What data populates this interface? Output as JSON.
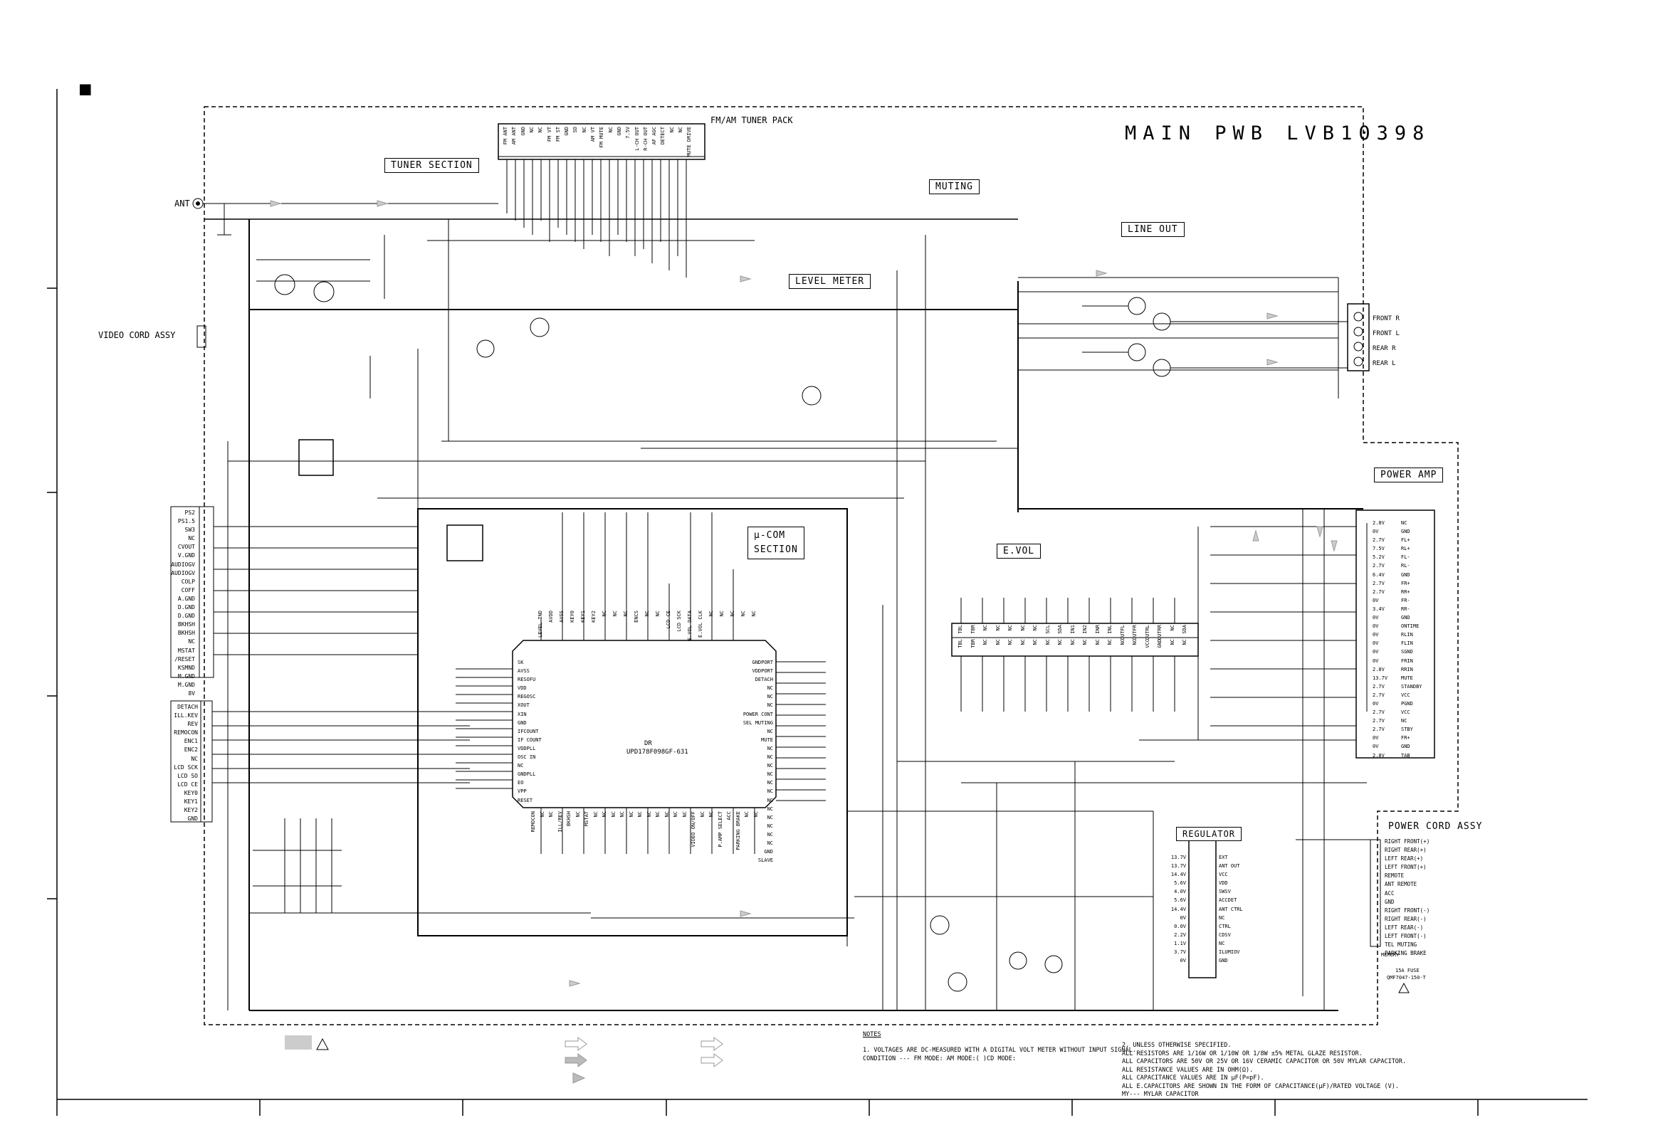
{
  "header_marker": "■",
  "board_title": "MAIN PWB LVB10398",
  "sections": {
    "tuner_section": "TUNER SECTION",
    "tuner_pack": "FM/AM TUNER PACK",
    "muting": "MUTING",
    "line_out": "LINE OUT",
    "level_meter": "LEVEL METER",
    "power_amp": "POWER AMP",
    "ucom_line1": "μ-COM",
    "ucom_line2": "SECTION",
    "evol": "E.VOL",
    "regulator": "REGULATOR",
    "power_cord_assy": "POWER CORD ASSY"
  },
  "connectors": {
    "ant": "ANT",
    "video_cord_assy": "VIDEO CORD ASSY",
    "line_out_pins": [
      "FRONT R",
      "FRONT L",
      "REAR R",
      "REAR L"
    ]
  },
  "tuner_pins": [
    "FM ANT",
    "AM ANT",
    "GND",
    "NC",
    "NC",
    "FM VT",
    "FM ST",
    "GND",
    "SD",
    "NC",
    "AM VT",
    "FM MUTE",
    "NC",
    "GND",
    "7.5V",
    "L-CH OUT",
    "R-CH OUT",
    "AF AGC",
    "DETECT",
    "NC",
    "NC",
    "MUTE DRIVE"
  ],
  "left_connector_upper": [
    "PS2",
    "PS1.5",
    "SW3",
    "NC",
    "CVOUT",
    "V.GND",
    "AUDIOGV",
    "AUDIOGV",
    "COLP",
    "COFF",
    "A.GND",
    "D.GND",
    "D.GND",
    "BKHSH",
    "BKHSH",
    "NC",
    "MSTAT",
    "/RESET",
    "KSMND",
    "M.GND",
    "M.GND",
    "8V"
  ],
  "left_connector_lower": [
    "DETACH",
    "ILL.KEV",
    "REV",
    "REMOCON",
    "ENC1",
    "ENC2",
    "NC",
    "LCD SCK",
    "LCD SO",
    "LCD CE",
    "KEY0",
    "KEY1",
    "KEY2",
    "GND"
  ],
  "mcu": {
    "ref": "DR",
    "part": "UPD178F098GF-631",
    "left_pins": [
      "SK",
      "AVSS",
      "RESOFU",
      "VDD",
      "REGOSC",
      "XOUT",
      "XIN",
      "GND",
      "IFCOUNT",
      "IF COUNT",
      "VDDPLL",
      "OSC IN",
      "NC",
      "GNDPLL",
      "EO",
      "VPP",
      "RESET"
    ],
    "right_pins": [
      "GNDPORT",
      "VDDPORT",
      "DETACH",
      "NC",
      "NC",
      "NC",
      "POWER CONT",
      "SEL MUTING",
      "NC",
      "MUTE",
      "NC",
      "NC",
      "NC",
      "NC",
      "NC",
      "NC",
      "NC",
      "NC",
      "NC",
      "NC",
      "NC",
      "NC",
      "GND",
      "SLAVE"
    ],
    "top_pins": [
      "LEVEL IND",
      "AVDD",
      "AVSS",
      "KEY0",
      "KEY1",
      "KEY2",
      "NC",
      "NC",
      "NC",
      "ENCS",
      "NC",
      "NC",
      "LCD CE",
      "LCD SCK",
      "E.VOL DATA",
      "E.VOL CLK",
      "NC",
      "NC",
      "NC",
      "NC",
      "NC"
    ],
    "bottom_pins": [
      "REMOCON",
      "NC",
      "NC",
      "ILL/REV",
      "BKHSH",
      "NC",
      "MSTAT",
      "NC",
      "NC",
      "NC",
      "NC",
      "NC",
      "NC",
      "NC",
      "NC",
      "NC",
      "NC",
      "NC",
      "VIDEO ON/OFF",
      "NC",
      "NC",
      "P.AMP SELECT",
      "ACC",
      "PARKING BRAKE",
      "NC",
      "NC"
    ]
  },
  "evol_pins_top": [
    "TBL",
    "TBR",
    "NC",
    "NC",
    "NC",
    "NC",
    "NC",
    "SCL",
    "SDA",
    "IN1",
    "IN2",
    "INR",
    "INL",
    "OUTFL",
    "OUTFR",
    "OUTRL",
    "OUTRR",
    "NC",
    "SDA"
  ],
  "evol_pins_bottom": [
    "TBL",
    "TBR",
    "NC",
    "NC",
    "NC",
    "NC",
    "NC",
    "NC",
    "NC",
    "NC",
    "NC",
    "NC",
    "NC",
    "NC",
    "NC",
    "VCC",
    "GND",
    "NC",
    "NC"
  ],
  "power_amp_pins": [
    "NC",
    "GND",
    "FL+",
    "RL+",
    "FL-",
    "RL-",
    "GND",
    "FR+",
    "RR+",
    "FR-",
    "RR-",
    "GND",
    "ONTIME",
    "RLIN",
    "FLIN",
    "SGND",
    "FRIN",
    "RRIN",
    "MUTE",
    "STANDBY",
    "VCC",
    "PGND",
    "VCC",
    "NC",
    "STBY",
    "FR+",
    "GND",
    "TAB"
  ],
  "power_amp_voltages": [
    "2.8V",
    "0V",
    "2.7V",
    "7.5V",
    "5.2V",
    "2.7V",
    "6.4V",
    "2.7V",
    "2.7V",
    "0V",
    "3.4V",
    "0V",
    "0V",
    "0V",
    "0V",
    "0V",
    "0V",
    "2.8V",
    "13.7V",
    "2.7V",
    "2.7V",
    "0V",
    "2.7V",
    "2.7V",
    "2.7V",
    "0V",
    "0V",
    "2.8V"
  ],
  "regulator_pins": [
    "EXT",
    "ANT OUT",
    "VCC",
    "VDD",
    "SWSV",
    "ACCDET",
    "ANT CTRL",
    "NC",
    "CTRL",
    "CDSV",
    "NC",
    "ILUMIOV",
    "GND"
  ],
  "regulator_voltages": [
    "13.7V",
    "13.7V",
    "14.4V",
    "5.6V",
    "4.0V",
    "5.6V",
    "14.4V",
    "0V",
    "0.0V",
    "2.2V",
    "1.1V",
    "3.7V",
    "0V"
  ],
  "power_cord_pins": [
    "RIGHT FRONT(+)",
    "RIGHT REAR(+)",
    "LEFT REAR(+)",
    "LEFT FRONT(+)",
    "REMOTE",
    "ANT REMOTE",
    "ACC",
    "GND",
    "RIGHT FRONT(-)",
    "RIGHT REAR(-)",
    "LEFT REAR(-)",
    "LEFT FRONT(-)",
    "TEL MUTING",
    "PARKING BRAKE"
  ],
  "fuse": {
    "label": "MEMORY",
    "rating": "15A FUSE",
    "part": "QMF7047-150-T"
  },
  "notes": {
    "heading": "NOTES",
    "left": [
      "1. VOLTAGES ARE DC-MEASURED WITH A DIGITAL VOLT METER WITHOUT INPUT SIGNAL.",
      "   CONDITION --- FM MODE:       AM MODE:( )CD MODE:"
    ],
    "right": [
      "2. UNLESS OTHERWISE SPECIFIED.",
      "   ALL RESISTORS ARE 1/16W OR 1/10W OR 1/8W ±5% METAL GLAZE RESISTOR.",
      "   ALL CAPACITORS ARE 50V OR 25V OR 16V CERAMIC CAPACITOR OR 50V MYLAR CAPACITOR.",
      "   ALL RESISTANCE VALUES ARE IN OHM(Ω).",
      "   ALL CAPACITANCE VALUES ARE IN μF(P=pF).",
      "   ALL E.CAPACITORS ARE SHOWN IN THE FORM OF CAPACITANCE(μF)/RATED VOLTAGE (V).",
      "   MY---  MYLAR   CAPACITOR"
    ]
  }
}
